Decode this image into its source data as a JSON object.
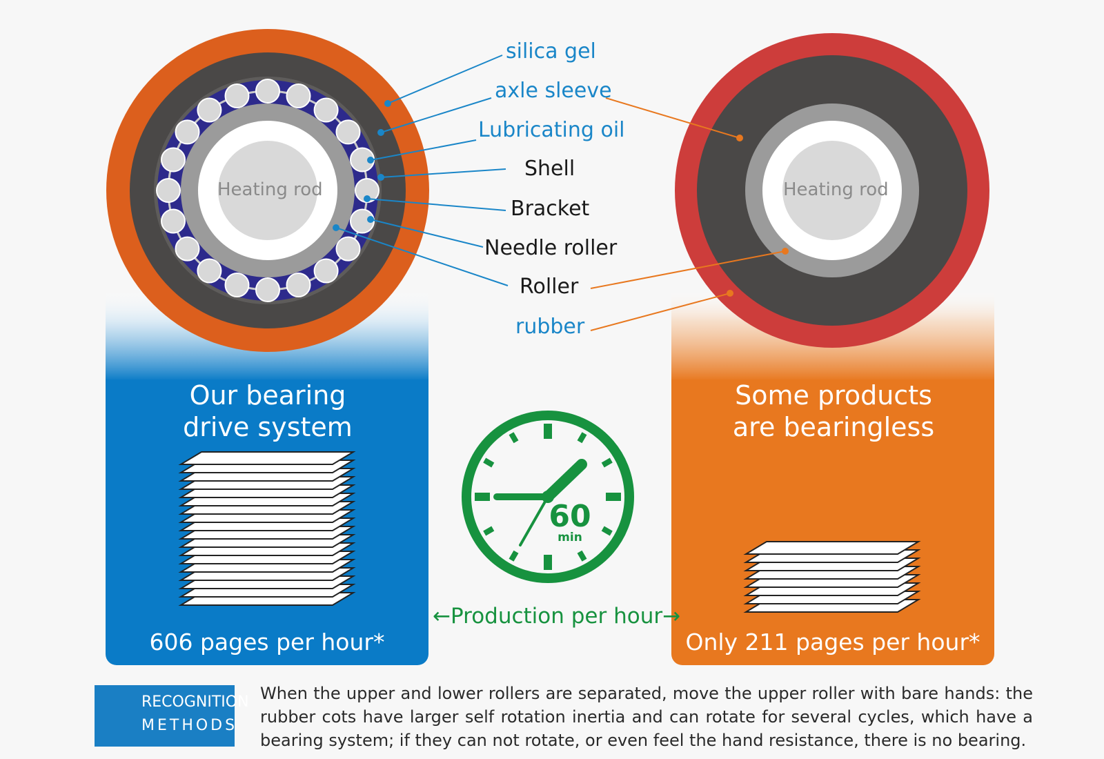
{
  "left_rod_label": "Heating rod",
  "right_rod_label": "Heating rod",
  "component_labels": [
    {
      "key": "silica-gel",
      "text": "silica gel",
      "color": "#1a86c8"
    },
    {
      "key": "axle-sleeve",
      "text": "axle sleeve",
      "color": "#1a86c8"
    },
    {
      "key": "lubricating-oil",
      "text": "Lubricating oil",
      "color": "#1a86c8"
    },
    {
      "key": "shell",
      "text": "Shell",
      "color": "#1a1a1a"
    },
    {
      "key": "bracket",
      "text": "Bracket",
      "color": "#1a1a1a"
    },
    {
      "key": "needle-roller",
      "text": "Needle roller",
      "color": "#1a1a1a"
    },
    {
      "key": "roller",
      "text": "Roller",
      "color": "#1a1a1a"
    },
    {
      "key": "rubber",
      "text": "rubber",
      "color": "#1a86c8"
    }
  ],
  "left_panel": {
    "title": "Our bearing drive system",
    "footer": "606 pages per hour*",
    "color": "#0a7bc7"
  },
  "right_panel": {
    "title": "Some products are bearingless",
    "footer": "Only 211 pages per hour*",
    "color": "#e8781f"
  },
  "clock": {
    "number": "60",
    "unit": "min",
    "color": "#17923f"
  },
  "production_label": "←Production per hour→",
  "badge": {
    "line1": "RECOGNITION",
    "line2": "METHODS",
    "icon": "lightbulb-icon"
  },
  "description": "When the upper and lower rollers are separated, move the upper roller with bare hands: the rubber cots have larger self rotation inertia and can rotate for several cycles, which have a bearing system; if they can not rotate, or even feel the hand resistance, there is no bearing."
}
